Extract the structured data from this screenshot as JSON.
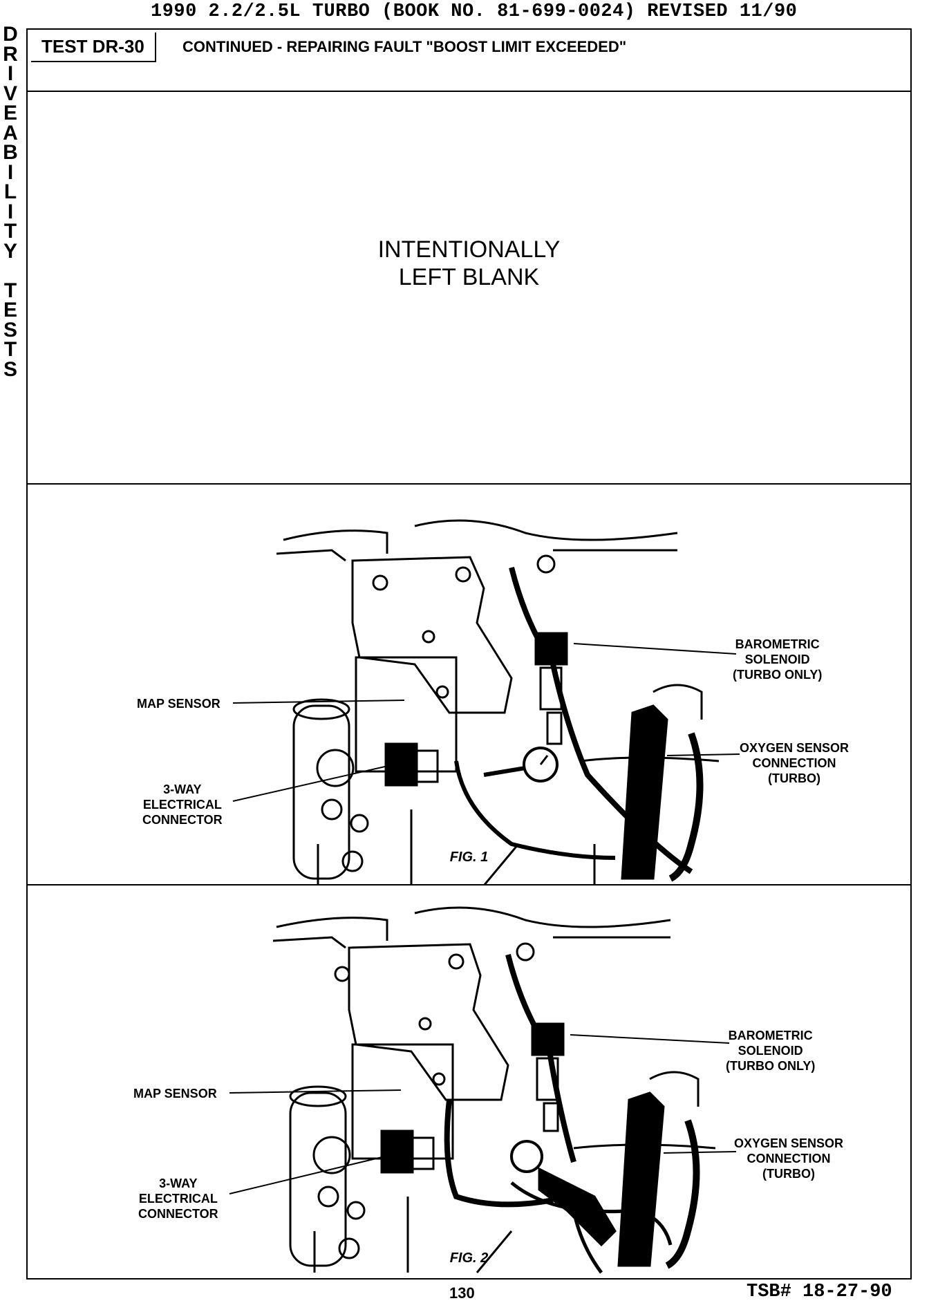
{
  "header": {
    "book_line": "1990 2.2/2.5L TURBO (BOOK NO. 81-699-0024) REVISED 11/90"
  },
  "side_tab": "DRIVEABILITY TESTS",
  "test": {
    "id": "TEST DR-30",
    "title": "CONTINUED - REPAIRING FAULT \"BOOST LIMIT EXCEEDED\""
  },
  "blank": {
    "line1": "INTENTIONALLY",
    "line2": "LEFT BLANK"
  },
  "figures": [
    {
      "caption": "FIG. 1",
      "labels": {
        "map_sensor": "MAP SENSOR",
        "connector_1": "3-WAY",
        "connector_2": "ELECTRICAL",
        "connector_3": "CONNECTOR",
        "baro_1": "BAROMETRIC",
        "baro_2": "SOLENOID",
        "baro_3": "(TURBO ONLY)",
        "oxy_1": "OXYGEN SENSOR",
        "oxy_2": "CONNECTION",
        "oxy_3": "(TURBO)"
      }
    },
    {
      "caption": "FIG. 2",
      "labels": {
        "map_sensor": "MAP SENSOR",
        "connector_1": "3-WAY",
        "connector_2": "ELECTRICAL",
        "connector_3": "CONNECTOR",
        "baro_1": "BAROMETRIC",
        "baro_2": "SOLENOID",
        "baro_3": "(TURBO ONLY)",
        "oxy_1": "OXYGEN SENSOR",
        "oxy_2": "CONNECTION",
        "oxy_3": "(TURBO)"
      }
    }
  ],
  "footer": {
    "page": "130",
    "tsb": "TSB# 18-27-90"
  }
}
